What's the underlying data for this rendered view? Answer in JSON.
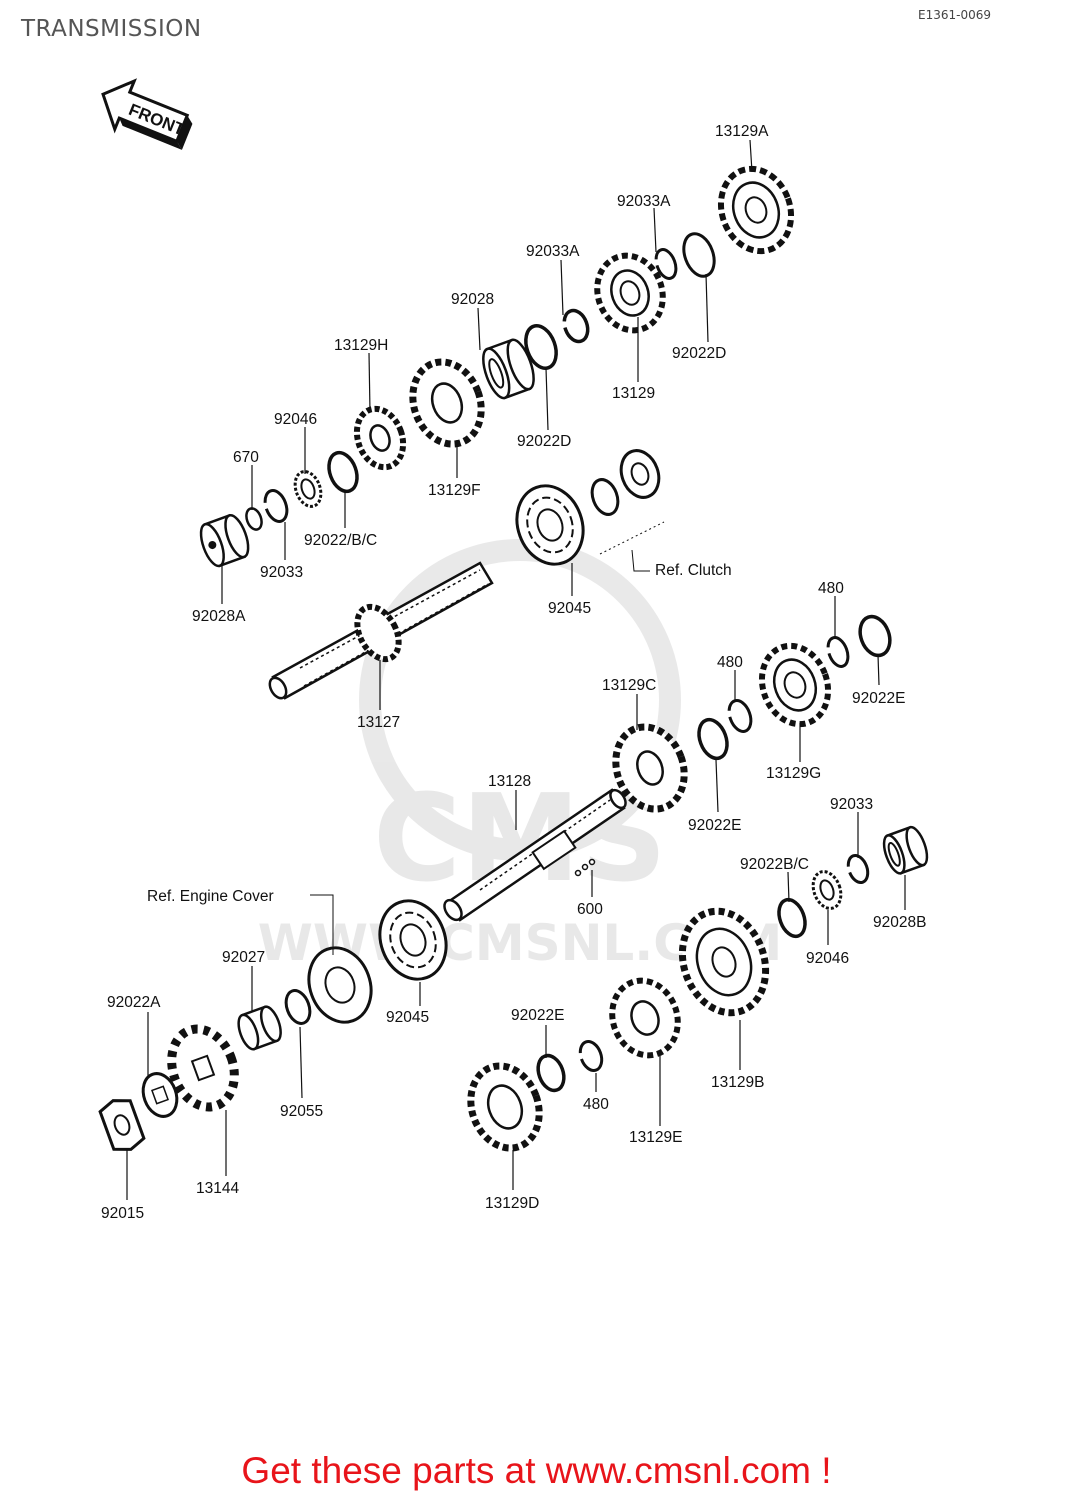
{
  "header": {
    "title": "TRANSMISSION",
    "code": "E1361-0069",
    "front_label": "FRONT"
  },
  "watermark": {
    "brand": "CMS",
    "url": "WWW.CMSNL.COM"
  },
  "parts": {
    "p13129A": "13129A",
    "p92033A_1": "92033A",
    "p92033A_2": "92033A",
    "p92028": "92028",
    "p13129H": "13129H",
    "p92046_1": "92046",
    "p670": "670",
    "p92022D_1": "92022D",
    "p92022D_2": "92022D",
    "p13129": "13129",
    "p13129F": "13129F",
    "p92022BC_1": "92022/B/C",
    "p92033_1": "92033",
    "p92028A": "92028A",
    "p92045_1": "92045",
    "p13127": "13127",
    "p480_1": "480",
    "p480_2": "480",
    "p92022E_1": "92022E",
    "p13129C": "13129C",
    "p13129G": "13129G",
    "p13128": "13128",
    "p92022E_2": "92022E",
    "p92033_2": "92033",
    "p92022BC_2": "92022B/C",
    "p92028B": "92028B",
    "p600": "600",
    "p92046_2": "92046",
    "p92027": "92027",
    "p92045_2": "92045",
    "p92022A": "92022A",
    "p92055": "92055",
    "p92022E_3": "92022E",
    "p480_3": "480",
    "p13129B": "13129B",
    "p13129E": "13129E",
    "p13144": "13144",
    "p92015": "92015",
    "p13129D": "13129D"
  },
  "references": {
    "clutch": "Ref. Clutch",
    "engine_cover": "Ref. Engine Cover"
  },
  "footer": {
    "cta": "Get these parts at www.cmsnl.com !"
  }
}
